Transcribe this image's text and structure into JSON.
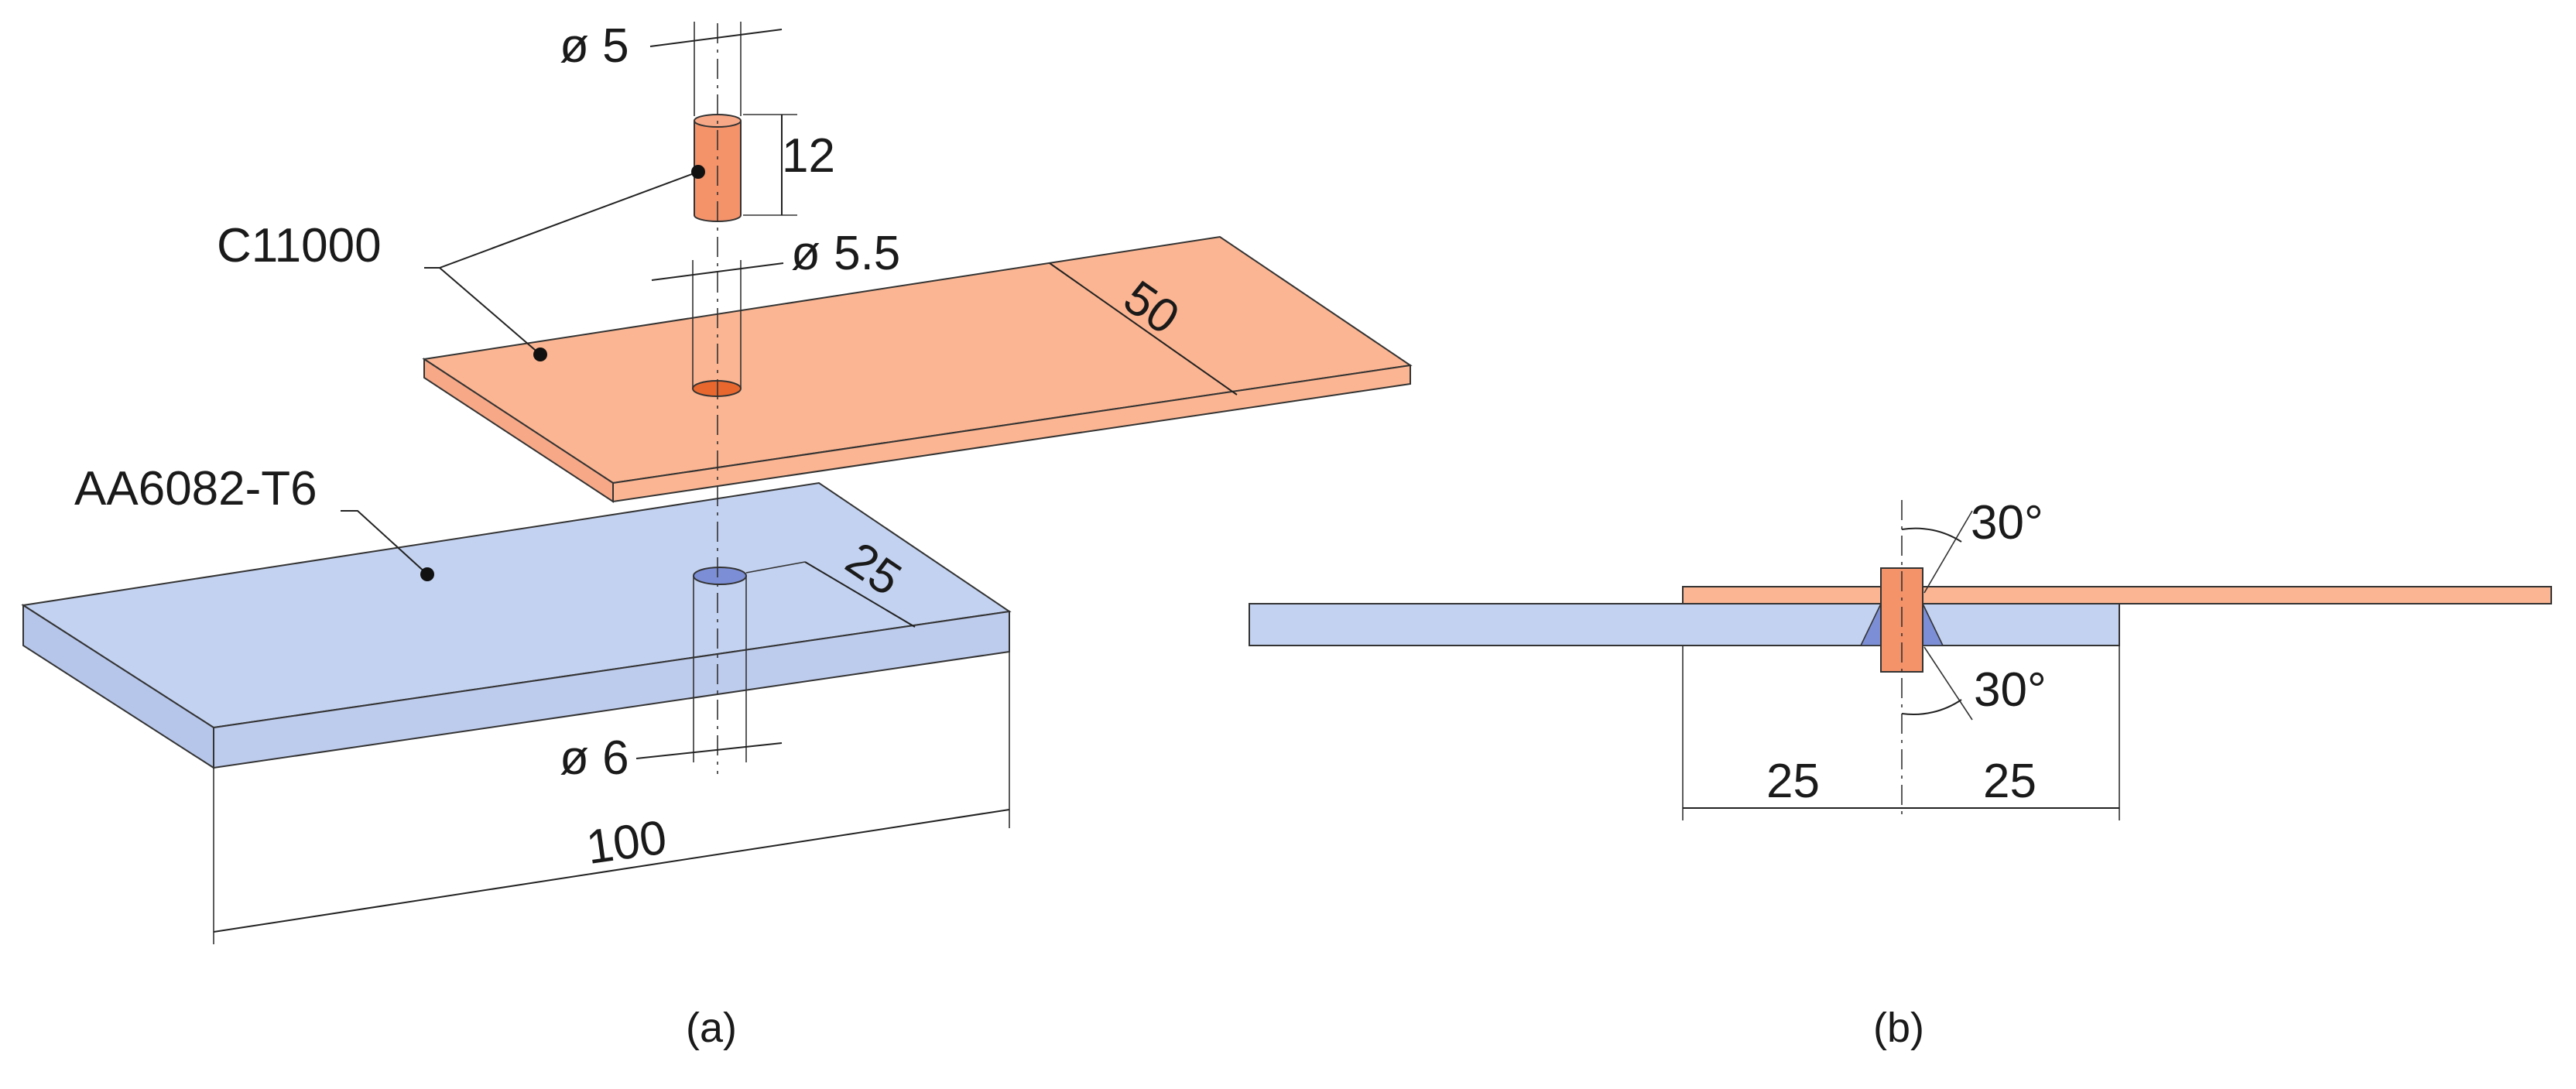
{
  "labels": {
    "copper_material": "C11000",
    "aluminum_material": "AA6082-T6",
    "pin_diameter": "ø 5",
    "pin_length": "12",
    "copper_hole_diameter": "ø 5.5",
    "copper_width": "50",
    "aluminum_hole_offset": "25",
    "aluminum_hole_diameter": "ø 6",
    "aluminum_length": "100",
    "angle_top": "30°",
    "angle_bottom": "30°",
    "section_left_distance": "25",
    "section_right_distance": "25"
  },
  "captions": {
    "left": "(a)",
    "right": "(b)"
  },
  "colors": {
    "copper": "#fbb592",
    "copper_pin": "#f4926a",
    "copper_hole": "#e8672e",
    "aluminum": "#c3d2f0",
    "aluminum_side": "#bdcbec",
    "aluminum_hole": "#7c8fd6",
    "line": "#333333"
  }
}
